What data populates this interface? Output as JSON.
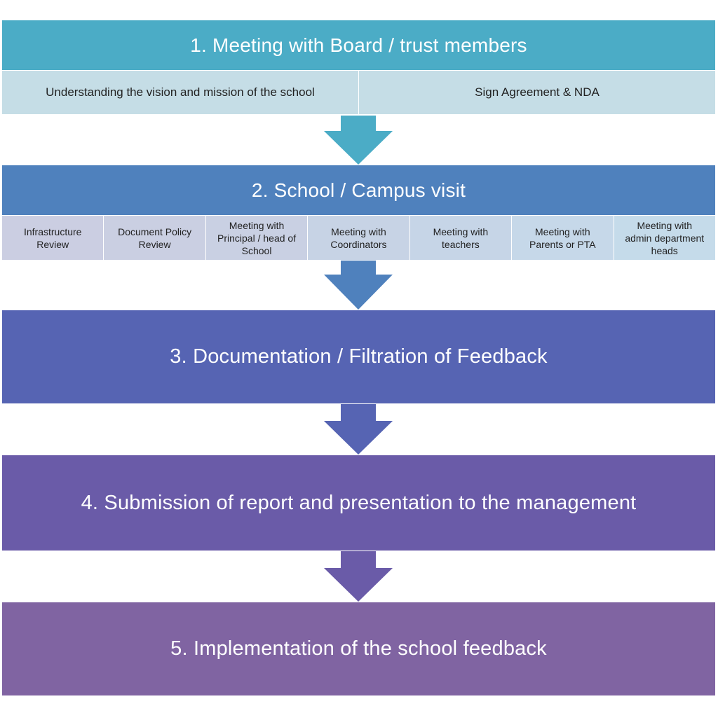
{
  "stages": [
    {
      "title": "1. Meeting with Board / trust members",
      "color": "#4bacc6",
      "sub_items": [
        "Understanding the vision and mission of the school",
        "Sign Agreement & NDA"
      ]
    },
    {
      "title": "2. School / Campus visit",
      "color": "#4f81bd",
      "sub_items": [
        "Infrastructure\nReview",
        "Document Policy\nReview",
        "Meeting with\nPrincipal / head of\nSchool",
        "Meeting with\nCoordinators",
        "Meeting with\nteachers",
        "Meeting with\nParents or PTA",
        "Meeting with\nadmin department\nheads"
      ]
    },
    {
      "title": "3. Documentation / Filtration of Feedback",
      "color": "#5664b3"
    },
    {
      "title": "4. Submission of report and presentation to the management",
      "color": "#6a5ba8"
    },
    {
      "title": "5. Implementation of the school feedback",
      "color": "#8064a2"
    }
  ],
  "arrow_colors": [
    "#4bacc6",
    "#4f81bd",
    "#5664b3",
    "#6a5ba8"
  ]
}
